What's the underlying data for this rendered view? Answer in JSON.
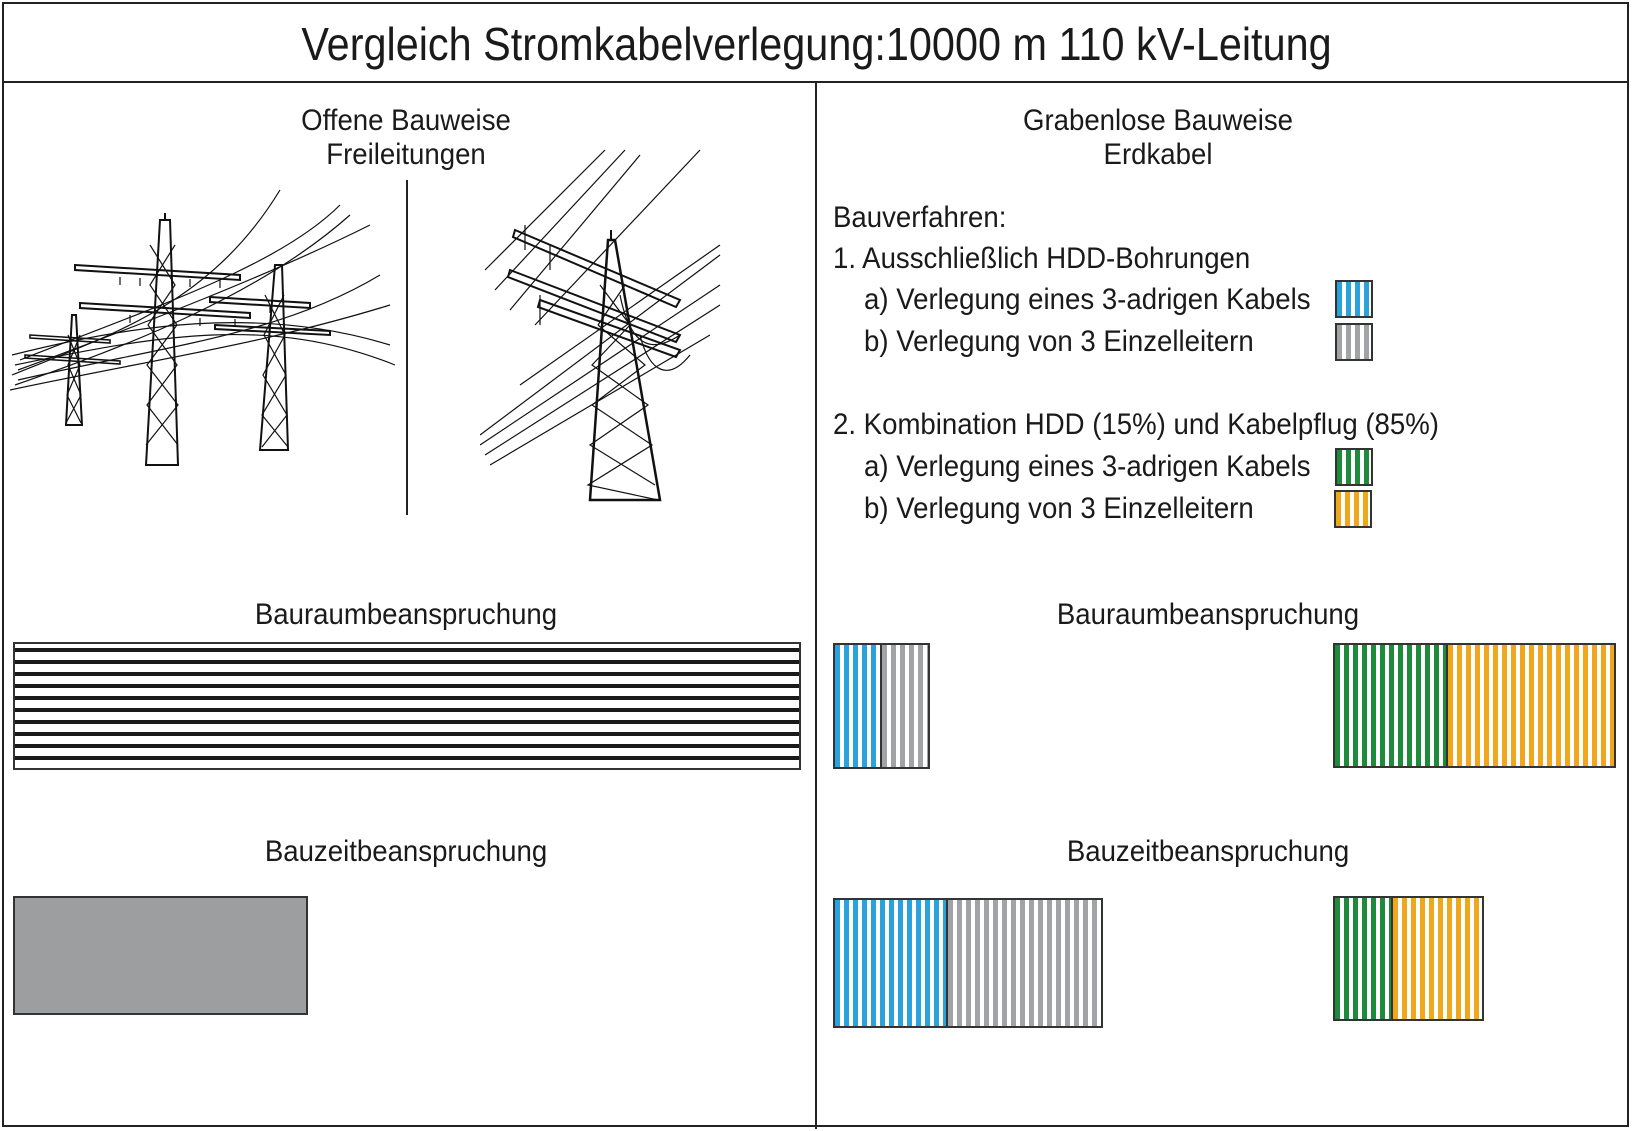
{
  "title": "Vergleich Stromkabelverlegung:10000 m 110 kV-Leitung",
  "left": {
    "heading_line1": "Offene Bauweise",
    "heading_line2": "Freileitungen",
    "bauraum_label": "Bauraumbeanspruchung",
    "bauzeit_label": "Bauzeitbeanspruchung"
  },
  "right": {
    "heading_line1": "Grabenlose Bauweise",
    "heading_line2": "Erdkabel",
    "bauverfahren": "Bauverfahren:",
    "method1": "1. Ausschließlich HDD-Bohrungen",
    "method1a": "a) Verlegung eines 3-adrigen Kabels",
    "method1b": "b) Verlegung von 3 Einzelleitern",
    "method2": "2. Kombination HDD (15%) und Kabelpflug (85%)",
    "method2a": "a) Verlegung eines 3-adrigen Kabels",
    "method2b": "b) Verlegung von 3 Einzelleitern",
    "bauraum_label": "Bauraumbeanspruchung",
    "bauzeit_label": "Bauzeitbeanspruchung"
  },
  "colors": {
    "method1a": "#2aa3dc",
    "method1b": "#a2a3a6",
    "method2a": "#1e8b3a",
    "method2b": "#f0a71c",
    "freileitung_bauzeit": "#9d9e9f"
  },
  "icons": [
    "power-pylon-group-icon",
    "power-pylon-closeup-icon"
  ]
}
